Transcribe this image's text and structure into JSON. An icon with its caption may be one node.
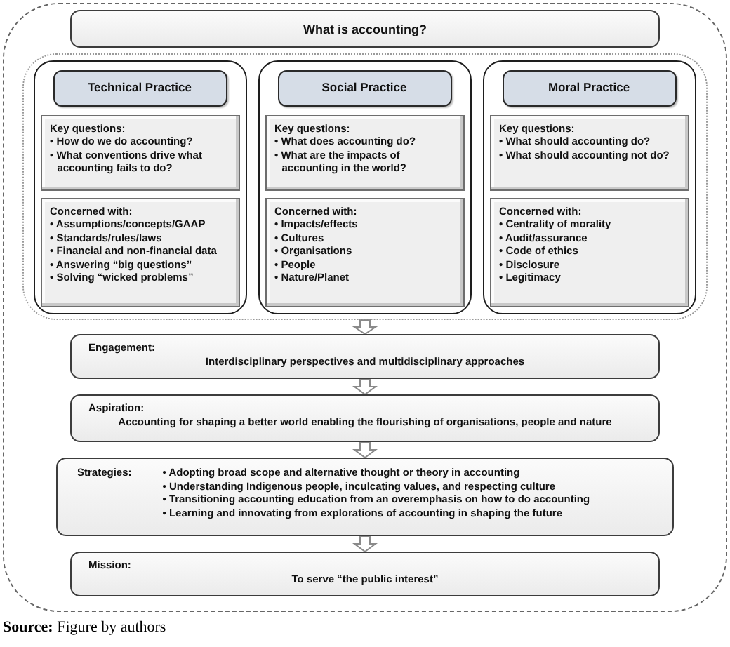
{
  "diagram": {
    "caption": "**Source:** Figure by authors",
    "nodes": [
      {
        "text": [],
        "shape": "box"
      },
      {
        "text": [
          "What is accounting?"
        ],
        "in": 0
      },
      {
        "text": [],
        "shape": "box",
        "in": 0
      },
      {
        "text": [],
        "shape": "box",
        "in": 2
      },
      {
        "text": [
          "Technical Practice"
        ],
        "in": 3
      },
      {
        "text": [
          "Key questions:",
          "• How do we do accounting?",
          "• What conventions drive what accounting fails to do?"
        ],
        "in": 3
      },
      {
        "text": [
          "Concerned with:",
          "• Assumptions/concepts/GAAP",
          "• Standards/rules/laws",
          "• Financial and non-financial data",
          "• Answering “big questions”",
          "• Solving “wicked problems”"
        ],
        "in": 3
      },
      {
        "text": [],
        "shape": "box",
        "in": 2
      },
      {
        "text": [
          "Social Practice"
        ],
        "in": 7
      },
      {
        "text": [
          "Key questions:",
          "• What does accounting do?",
          "• What are the impacts of accounting in the world?"
        ],
        "in": 7
      },
      {
        "text": [
          "Concerned with:",
          "• Impacts/effects",
          "• Cultures",
          "• Organisations",
          "• People",
          "• Nature/Planet"
        ],
        "in": 7
      },
      {
        "text": [],
        "shape": "box",
        "in": 2
      },
      {
        "text": [
          "Moral Practice"
        ],
        "in": 11
      },
      {
        "text": [
          "Key questions:",
          "• What should accounting do?",
          "• What should accounting not do?"
        ],
        "in": 11
      },
      {
        "text": [
          "Concerned with:",
          "• Centrality of morality",
          "• Audit/assurance",
          "• Code of ethics",
          "• Disclosure",
          "• Legitimacy"
        ],
        "in": 11
      },
      {
        "text": [
          "Engagement:",
          "Interdisciplinary perspectives and multidisciplinary approaches"
        ],
        "in": 0
      },
      {
        "text": [
          "Aspiration:",
          "Accounting for shaping a better world enabling the flourishing of organisations, people and nature"
        ],
        "in": 0
      },
      {
        "text": [
          "Strategies:",
          "• Adopting broad scope and alternative thought or theory in accounting",
          "• Understanding Indigenous people, inculcating values, and respecting culture",
          "• Transitioning accounting education from an overemphasis on how to do accounting",
          "• Learning and innovating from explorations of accounting in shaping the future"
        ],
        "in": 0
      },
      {
        "text": [
          "Mission:",
          "To serve “the public interest”"
        ],
        "in": 0
      }
    ],
    "edges": [
      {
        "from": 2,
        "to": 15,
        "arrow": "to"
      },
      {
        "from": 15,
        "to": 16,
        "arrow": "to"
      },
      {
        "from": 16,
        "to": 17,
        "arrow": "to"
      },
      {
        "from": 17,
        "to": 18,
        "arrow": "to"
      }
    ]
  }
}
